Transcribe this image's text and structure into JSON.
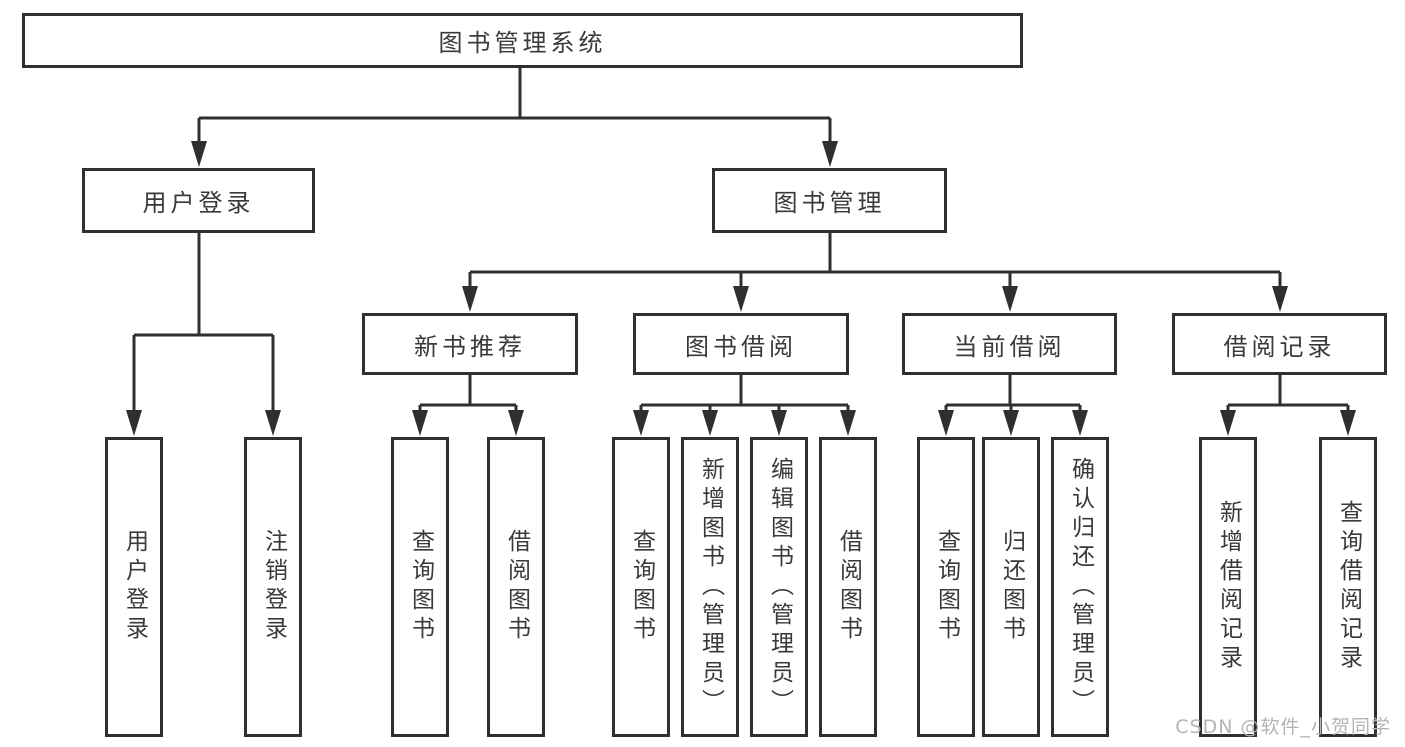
{
  "diagram": {
    "title": "图书管理系统",
    "tree": {
      "root": {
        "label": "图书管理系统"
      },
      "user_login": {
        "label": "用户登录",
        "children": {
          "login": {
            "label": "用户登录"
          },
          "logout": {
            "label": "注销登录"
          }
        }
      },
      "book_mgmt": {
        "label": "图书管理",
        "children": {
          "new_book_rec": {
            "label": "新书推荐",
            "children": {
              "query_books": {
                "label": "查询图书"
              },
              "borrow_books": {
                "label": "借阅图书"
              }
            }
          },
          "book_borrow": {
            "label": "图书借阅",
            "children": {
              "query_books": {
                "label": "查询图书"
              },
              "add_books": {
                "label": "新增图书（管理员）"
              },
              "edit_books": {
                "label": "编辑图书（管理员）"
              },
              "borrow_books": {
                "label": "借阅图书"
              }
            }
          },
          "current_borrow": {
            "label": "当前借阅",
            "children": {
              "query_books": {
                "label": "查询图书"
              },
              "return_books": {
                "label": "归还图书"
              },
              "confirm_return": {
                "label": "确认归还（管理员）"
              }
            }
          },
          "borrow_records": {
            "label": "借阅记录",
            "children": {
              "add_record": {
                "label": "新增借阅记录"
              },
              "query_record": {
                "label": "查询借阅记录"
              }
            }
          }
        }
      }
    },
    "colors": {
      "line": "#2f2f31",
      "text": "#3a3a3c",
      "watermark": "#b4b4b6",
      "background": "#ffffff"
    }
  },
  "watermark": {
    "text": "CSDN @软件_小贺同学"
  }
}
